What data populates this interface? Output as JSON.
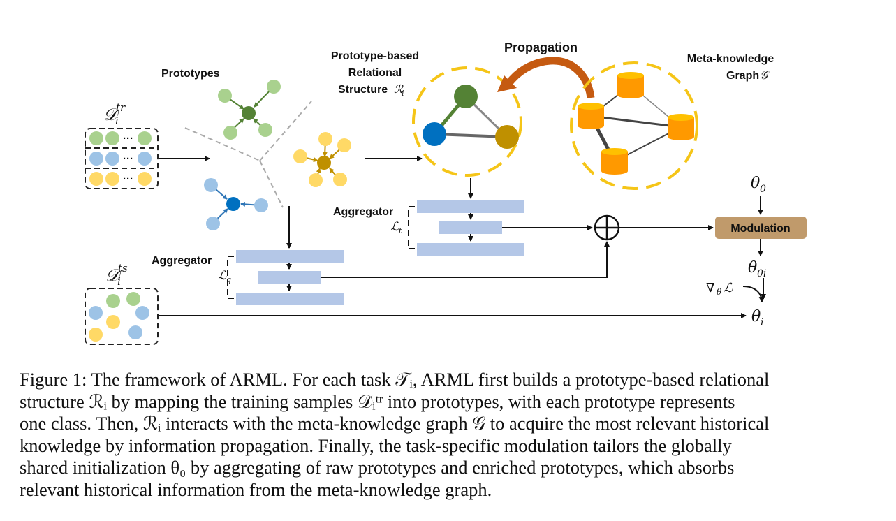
{
  "figure": {
    "labels": {
      "prototypes": "Prototypes",
      "prototype_structure_1": "Prototype-based",
      "prototype_structure_2": "Relational",
      "prototype_structure_3": "Structure",
      "prototype_structure_sym": "ℛ",
      "prototype_structure_sub": "i",
      "propagation": "Propagation",
      "meta_graph_1": "Meta-knowledge",
      "meta_graph_2": "Graph",
      "meta_graph_sym": "𝒢",
      "aggregator_top": "Aggregator",
      "aggregator_bottom": "Aggregator",
      "loss_t": "ℒ",
      "loss_t_sub": "t",
      "loss_q": "ℒ",
      "loss_q_sub": "q",
      "modulation": "Modulation",
      "d_train": "𝒟",
      "d_train_sub": "i",
      "d_train_sup": "tr",
      "d_test": "𝒟",
      "d_test_sub": "i",
      "d_test_sup": "ts",
      "theta0": "θ",
      "theta0_sub": "0",
      "theta0i": "θ",
      "theta0i_sub": "0i",
      "grad": "∇",
      "grad_sub": "θ",
      "grad_loss": "ℒ",
      "thetai": "θ",
      "thetai_sub": "i",
      "ellipsis": "···",
      "oplus": "⊕"
    },
    "colors": {
      "green_light": "#a9d18e",
      "green_dark": "#548235",
      "blue_light": "#9dc3e6",
      "blue_dark": "#0070c0",
      "yellow_light": "#ffd966",
      "yellow_dark": "#bf9000",
      "orange": "#ff9900",
      "orange_top": "#ffc000",
      "ring": "#f5c518",
      "aggregator_bar": "#b4c7e7",
      "modulation_box": "#c09a6b",
      "propagation_arrow": "#c55a11"
    }
  },
  "caption": {
    "line1": "Figure 1: The framework of ARML. For each task 𝒯ᵢ, ARML first builds a prototype-based relational",
    "line2": "structure ℛᵢ by mapping the training samples 𝒟ᵢᵗʳ into prototypes, with each prototype represents",
    "line3": "one class. Then, ℛᵢ interacts with the meta-knowledge graph 𝒢 to acquire the most relevant historical",
    "line4": "knowledge by information propagation. Finally, the task-specific modulation tailors the globally",
    "line5": "shared initialization θ₀ by aggregating of raw prototypes and enriched prototypes, which absorbs",
    "line6": "relevant historical information from the meta-knowledge graph."
  }
}
